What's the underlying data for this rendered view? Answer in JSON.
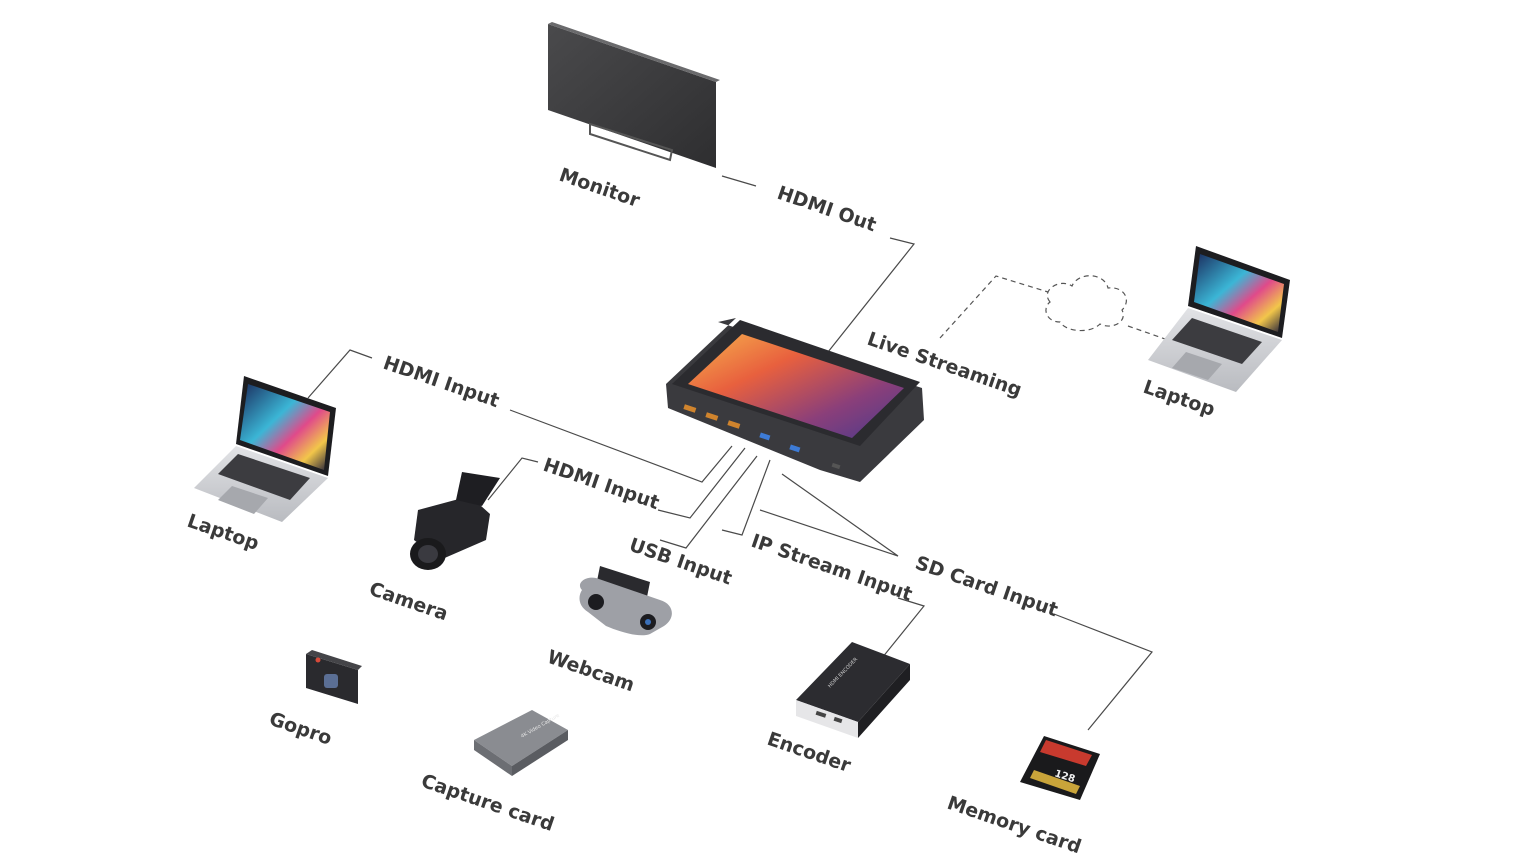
{
  "connections": {
    "hdmi_out": "HDMI Out",
    "live_streaming": "Live Streaming",
    "hdmi_input_laptop": "HDMI Input",
    "hdmi_input_camera": "HDMI Input",
    "usb_input": "USB Input",
    "ip_stream_input": "IP Stream Input",
    "sd_card_input": "SD Card Input"
  },
  "devices": {
    "monitor": "Monitor",
    "laptop_right": "Laptop",
    "laptop_left": "Laptop",
    "camera": "Camera",
    "webcam": "Webcam",
    "gopro": "Gopro",
    "capture_card": "Capture card",
    "encoder": "Encoder",
    "memory_card": "Memory card"
  },
  "product_labels": {
    "capture_card_face": "4K Video Capture",
    "sd_capacity": "128",
    "encoder_face": "HDMI ENCODER"
  },
  "colors": {
    "label_text": "#3a3a3a",
    "connector_line": "#4a4a4a",
    "device_body": "#2f2f33",
    "screen_warm": "#f5a04a",
    "screen_cool": "#5a3a8a",
    "usb_port": "#3d7bd6",
    "hdmi_port": "#d0842d"
  }
}
